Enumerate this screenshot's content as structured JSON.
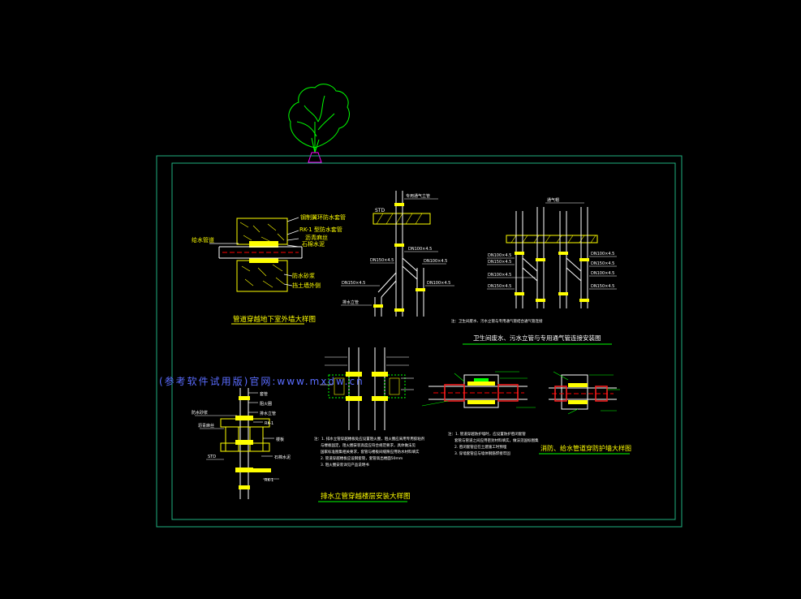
{
  "drawing": {
    "titles": {
      "wall_detail": "管道穿越地下室外墙大样图",
      "toilet_riser": "卫生间废水、污水立管与专用通气管连接安装图",
      "drain_riser": "排水立管穿越楼层安装大样图",
      "casing_detail": "消防、给水管道穿防护墙大样图"
    },
    "labels": {
      "wall_top": "钢制翼环防水套管",
      "rk1": "RK-1 型防水套管",
      "seal": "沥青麻丝",
      "sealant": "石棉水泥",
      "pipe": "给水管道",
      "fill": "防水砂浆",
      "outer": "挡土墙外侧",
      "dn": "DN100×4.5",
      "dn2": "DN150×4.5",
      "std": "STD",
      "riser_top": "专用通气立管",
      "cap": "通气帽",
      "note_toilet": "注：卫生间废水、污水立管与专用通气管结合通气管连接",
      "wall_pipe": "套管",
      "rk_label": "RK-1",
      "dn_riser": "排水立管",
      "collar": "阻火圈",
      "floor": "楼板"
    },
    "notes": {
      "drain": [
        "注：1. 排水立管穿越楼板处应设置阻火圈，阻火圈应采用专用胶粘剂",
        "与楼板固定，阻火圈安装高度应符合规范要求，具体做法见",
        "国家标准图集相关要求，套管与楼板间缝隙应用防水材料填实",
        "2. 管道穿越楼板应设钢套管，套管高出楼面50mm",
        "3. 阻火圈安装详见产品说明书"
      ],
      "casing": [
        "注：1. 管道穿越防护墙时，应设置防护密闭套管",
        "套管与管道之间应用密封材料填实，做法见国标图集",
        "2. 密闭套管应在土建施工时预埋",
        "3. 穿墙套管应与墙体钢筋焊接牢固"
      ]
    },
    "watermark": "(参考软件试用版)官网:www.mxdw.cn"
  },
  "colors": {
    "background": "#000000",
    "frame": "#20b080",
    "yellow": "#ffff00",
    "white": "#ffffff",
    "green": "#00ff00",
    "red": "#ff2020",
    "magenta": "#ff00ff",
    "watermark": "#5a6cff"
  }
}
